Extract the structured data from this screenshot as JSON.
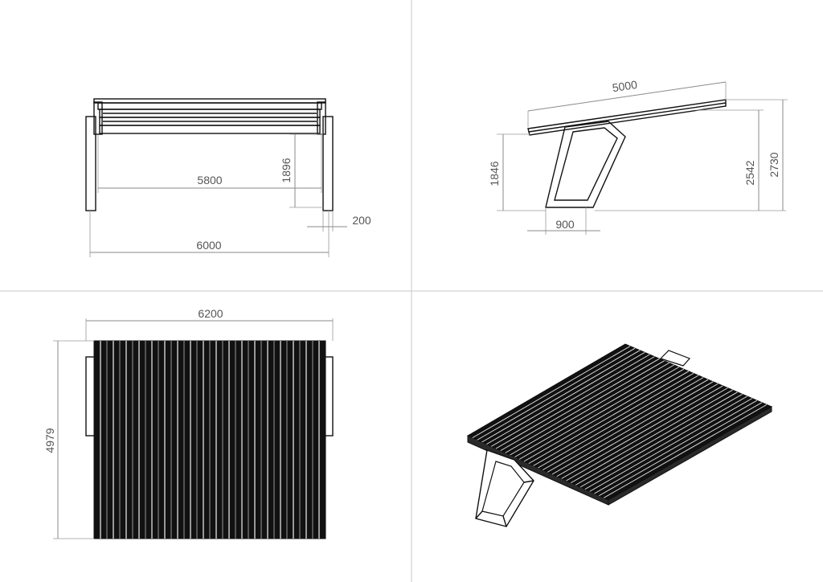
{
  "views": {
    "front": {
      "dims": {
        "length_inner": "5800",
        "length_outer": "6000",
        "height": "1896",
        "post_width": "200"
      }
    },
    "side": {
      "dims": {
        "roof_length": "5000",
        "front_height": "1846",
        "inner_height": "2542",
        "total_height": "2730",
        "base_width": "900"
      }
    },
    "top": {
      "dims": {
        "width": "6200",
        "depth": "4979"
      }
    },
    "iso": {}
  }
}
